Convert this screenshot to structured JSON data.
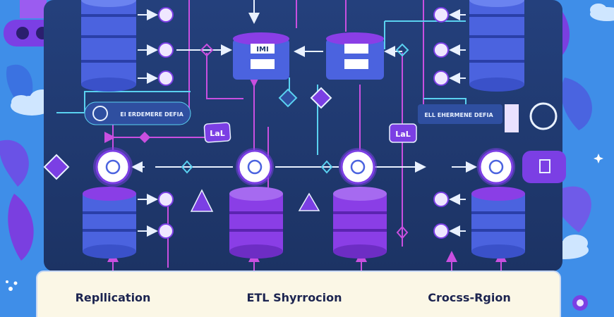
{
  "labels": {
    "replication": "Repllication",
    "etl": "ETL Shyrrocion",
    "cross_region": "Crocss-Rgion",
    "tag_top_left": "EI ERDEMERE DEFIA",
    "tag_top_right": "ELL EHERMENE DEFIA",
    "badge_left": "LaL",
    "badge_right": "LaL",
    "top_marker": "IMI"
  },
  "colors": {
    "background": "#3f8ee8",
    "panel": "#1f3b73",
    "purple": "#7b3fe4",
    "pink_line": "#c94fe0",
    "cyan_line": "#5ad1f0",
    "db_blue": "#4b63df",
    "db_purple": "#8a3ee6",
    "footer": "#fbf7e6",
    "leaf": "#7a3fe0",
    "cloud": "#cfe6ff"
  }
}
